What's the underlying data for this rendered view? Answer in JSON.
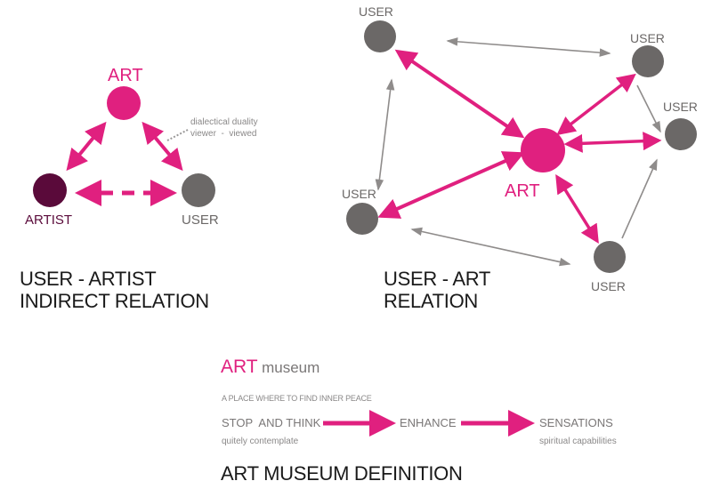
{
  "colors": {
    "accent": "#e0207f",
    "artist": "#5a0a3a",
    "user_node": "#6b6867",
    "grey_arrow": "#8f8c8b",
    "title": "#1a1a1a"
  },
  "left_diagram": {
    "art_label": "ART",
    "artist_label": "ARTIST",
    "user_label": "USER",
    "annotation_line1": "dialectical duality",
    "annotation_line2": "viewer  -  viewed",
    "title_line1": "USER - ARTIST",
    "title_line2": "INDIRECT RELATION"
  },
  "right_diagram": {
    "art_label": "ART",
    "user_labels": [
      "USER",
      "USER",
      "USER",
      "USER",
      "USER"
    ],
    "title_line1": "USER - ART",
    "title_line2": "RELATION"
  },
  "museum_definition": {
    "heading_accent": "ART",
    "heading_rest": "museum",
    "tagline": "A PLACE WHERE TO FIND INNER PEACE",
    "steps": [
      {
        "label": "STOP  AND THINK",
        "sub": "quitely contemplate"
      },
      {
        "label": "ENHANCE",
        "sub": ""
      },
      {
        "label": "SENSATIONS",
        "sub": "spiritual capabilities"
      }
    ],
    "title": "ART MUSEUM DEFINITION"
  }
}
